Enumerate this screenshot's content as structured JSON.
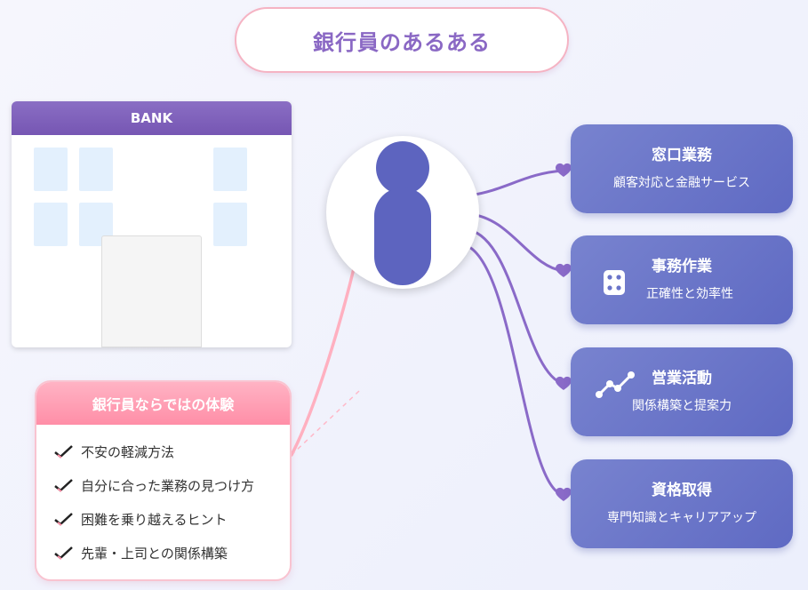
{
  "title": "銀行員のあるある",
  "bank": {
    "label": "BANK"
  },
  "experience": {
    "title": "銀行員ならではの体験",
    "items": [
      "不安の軽減方法",
      "自分に合った業務の見つけ方",
      "困難を乗り越えるヒント",
      "先輩・上司との関係構築"
    ]
  },
  "cards": [
    {
      "title": "窓口業務",
      "subtitle": "顧客対応と金融サービス",
      "icon": "none"
    },
    {
      "title": "事務作業",
      "subtitle": "正確性と効率性",
      "icon": "dice-icon"
    },
    {
      "title": "営業活動",
      "subtitle": "関係構築と提案力",
      "icon": "trend-line-icon"
    },
    {
      "title": "資格取得",
      "subtitle": "専門知識とキャリアアップ",
      "icon": "none"
    }
  ],
  "colors": {
    "title_text": "#8a68c4",
    "bank_header": "#7656b3",
    "card_bg": "#6a74c9",
    "connector": "#8a6ac8",
    "person": "#5d64bf",
    "pink_accent": "#ff8ea7"
  }
}
